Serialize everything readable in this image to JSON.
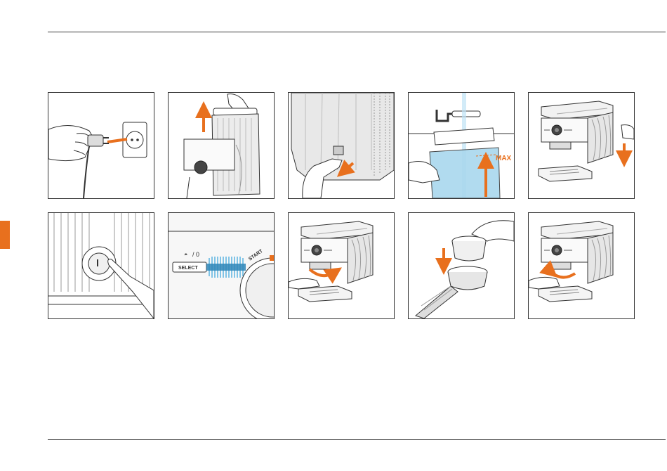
{
  "colors": {
    "accent": "#e8701e",
    "line": "#3a3a3a",
    "water": "#a9d8ee",
    "glow": "#5ab4e0"
  },
  "steps": [
    {
      "icon": "plug-socket-icon"
    },
    {
      "icon": "lift-water-tank-icon"
    },
    {
      "icon": "open-tank-valve-icon"
    },
    {
      "icon": "fill-water-tank-icon",
      "label": "MAX"
    },
    {
      "icon": "insert-water-tank-icon"
    },
    {
      "icon": "power-button-icon"
    },
    {
      "icon": "select-button-icon",
      "label": "SELECT",
      "dial_label": "START",
      "mode_label": "/ 0"
    },
    {
      "icon": "remove-portafilter-icon"
    },
    {
      "icon": "insert-filter-basket-icon"
    },
    {
      "icon": "attach-portafilter-icon"
    }
  ]
}
